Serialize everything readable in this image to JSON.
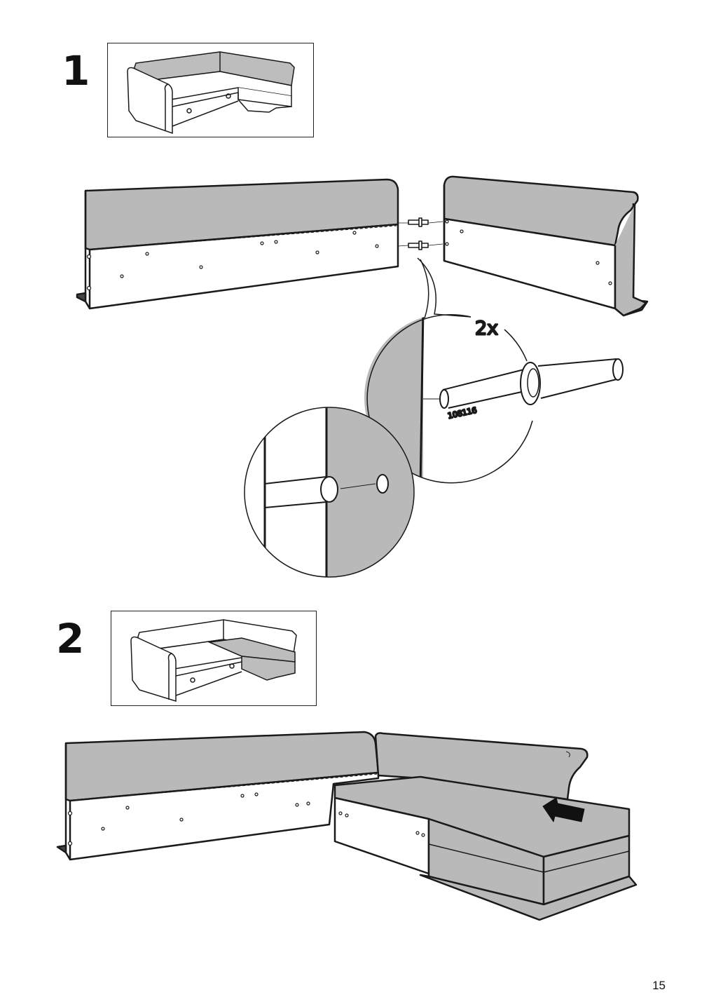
{
  "steps": [
    {
      "number": "1"
    },
    {
      "number": "2"
    }
  ],
  "detail": {
    "quantity": "2x",
    "part_number": "108116"
  },
  "page": {
    "number": "15"
  },
  "colors": {
    "fabric_gray": "#b8b8b8",
    "line": "#1a1a1a",
    "background": "#ffffff"
  }
}
